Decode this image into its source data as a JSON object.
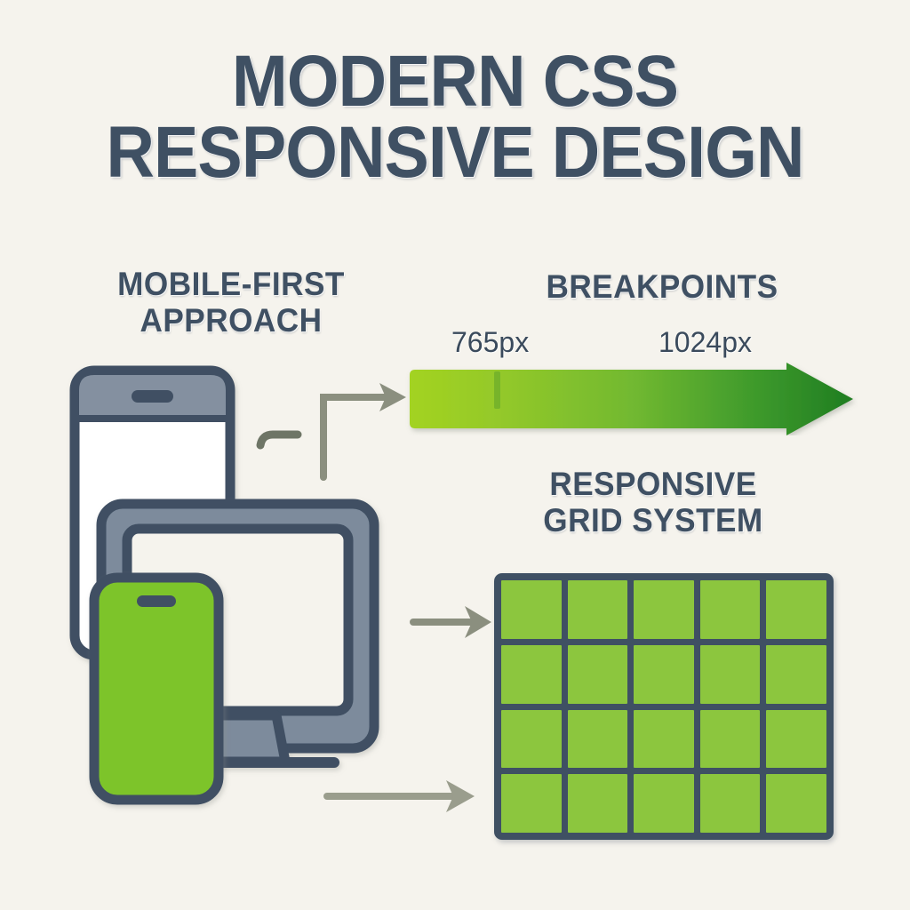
{
  "page": {
    "background_color": "#f5f3ed",
    "ink_color": "#3f5063",
    "accent_green": "#8cc63e",
    "deep_green": "#2e8b2e",
    "device_gray": "#7d8b9c"
  },
  "title": {
    "line1": "MODERN CSS",
    "line2": "RESPONSIVE DESIGN"
  },
  "sections": {
    "mobile_first": {
      "heading_line1": "MOBILE-FIRST",
      "heading_line2": "APPROACH"
    },
    "breakpoints": {
      "heading": "BREAKPOINTS",
      "labels": [
        {
          "value": "765px"
        },
        {
          "value": "1024px"
        }
      ]
    },
    "grid_system": {
      "heading_line1": "RESPONSIVE",
      "heading_line2": "GRID SYSTEM",
      "columns": 5,
      "rows": 4,
      "cell_count": 20
    }
  },
  "icons": {
    "tablet": "tablet-device-icon",
    "monitor": "desktop-monitor-icon",
    "phone": "mobile-phone-icon",
    "speaker": "speaker-grille-icon",
    "elbow_arrow": "elbow-arrow-icon",
    "arrow_right": "arrow-right-icon",
    "gradient_arrow": "gradient-arrow-icon"
  }
}
